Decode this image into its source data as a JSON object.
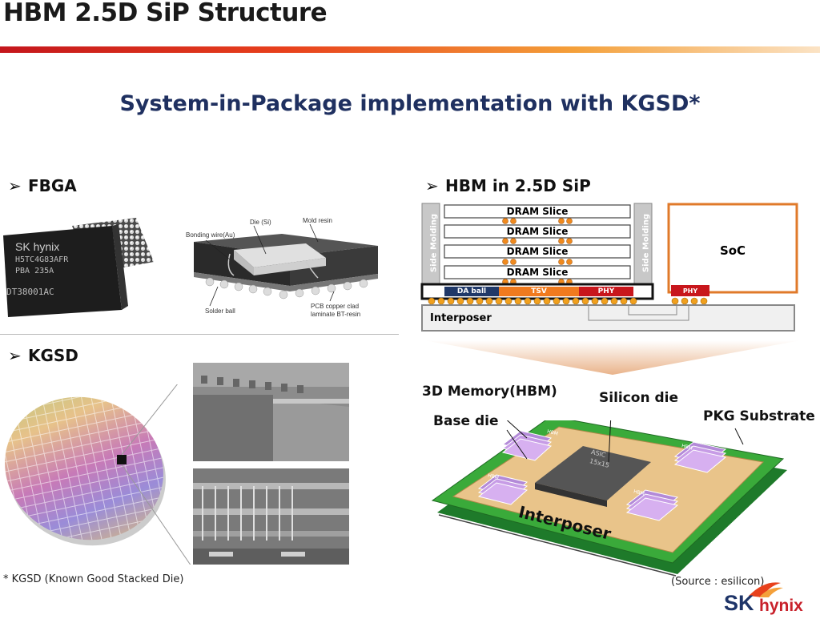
{
  "header": {
    "title": "HBM 2.5D SiP Structure",
    "subtitle": "System-in-Package implementation with KGSD*"
  },
  "sections": {
    "fbga": "FBGA",
    "kgsd": "KGSD",
    "hbm_sip": "HBM in 2.5D SiP"
  },
  "fbga": {
    "chip_brand": "SK hynix",
    "chip_part": "H5TC4G83AFR",
    "chip_code": "PBA   235A",
    "chip_serial": "DT38001AC",
    "labels": {
      "bonding_wire": "Bonding wire(Au)",
      "die": "Die (Si)",
      "mold_resin": "Mold resin",
      "solder_ball": "Solder ball",
      "pcb_1": "PCB copper clad",
      "pcb_2": "laminate BT-resin"
    }
  },
  "hbm_diagram": {
    "dram_slice": "DRAM Slice",
    "side_molding": "Side Molding",
    "da_ball": "DA ball",
    "tsv": "TSV",
    "phy": "PHY",
    "soc": "SoC",
    "interposer": "Interposer"
  },
  "package": {
    "memory": "3D Memory(HBM)",
    "silicon_die": "Silicon die",
    "pkg_substrate": "PKG Substrate",
    "base_die": "Base die",
    "interposer": "Interposer",
    "hbm_chip": "HBM",
    "asic_1": "ASIC",
    "asic_2": "15x15"
  },
  "footnote": "* KGSD (Known Good Stacked Die)",
  "source": "(Source : esilicon)",
  "brand": {
    "sk": "SK",
    "hynix": "hynix"
  }
}
